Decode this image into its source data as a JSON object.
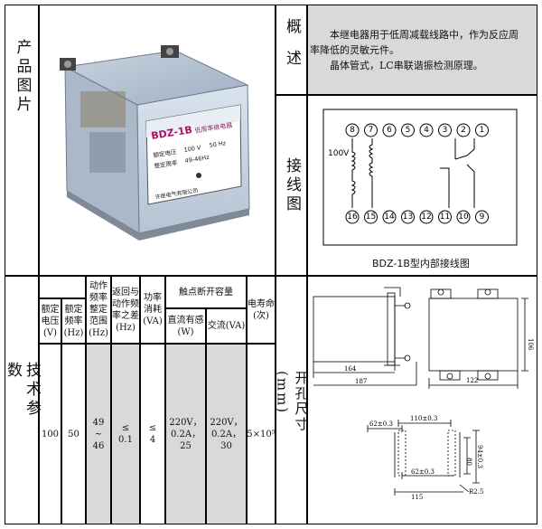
{
  "section_product_image": "产品图片",
  "section_overview": "概述",
  "section_wiring": "接线图",
  "section_tech": "技术参数",
  "section_cutout": "开孔尺寸(mm)",
  "overview_lines": [
    "本继电器用于低周减载线路中，作为反应周率降低的灵敏元件。",
    "晶体管式，LC串联谐振检测原理。"
  ],
  "product_label": {
    "model": "BDZ-1B",
    "name": "低周率继电器",
    "rated_voltage_label": "额定电压",
    "rated_voltage_value": "100 V",
    "rated_freq": "50 Hz",
    "setting_label": "整定周率",
    "setting_value": "49-46Hz",
    "maker": "许继电气有限公司"
  },
  "wiring": {
    "top_pins": [
      "8",
      "7",
      "6",
      "5",
      "4",
      "3",
      "2",
      "1"
    ],
    "bottom_pins": [
      "16",
      "15",
      "14",
      "13",
      "12",
      "11",
      "10",
      "9"
    ],
    "voltage_label": "100V",
    "caption": "BDZ-1B型内部接线图"
  },
  "table": {
    "headers": {
      "rated_voltage": "额定电压(V)",
      "rated_freq": "额定频率(Hz)",
      "action_freq": "动作频率整定范围(Hz)",
      "return_diff": "返回与动作频率之差(Hz)",
      "power": "功率消耗(VA)",
      "contact": "触点断开容量",
      "dc": "直流有感(W)",
      "ac": "交流(VA)",
      "life": "电寿命(次)"
    },
    "values": {
      "rated_voltage": "100",
      "rated_freq": "50",
      "action_freq_top": "49",
      "action_freq_mid": "~",
      "action_freq_bottom": "46",
      "return_diff_top": "≤",
      "return_diff_bottom": "0.1",
      "power_top": "≤",
      "power_bottom": "4",
      "dc": "220V，0.2A，25",
      "ac": "220V，0.2A，30",
      "life": "5×10⁵"
    }
  },
  "dimensions": {
    "d164": "164",
    "d187": "187",
    "d122": "122",
    "d106": "106",
    "d110": "110±0.3",
    "d62a": "62±0.3",
    "d62b": "62±0.3",
    "d115": "115",
    "d80": "80",
    "d94": "94±0.3",
    "r25": "R2.5"
  }
}
